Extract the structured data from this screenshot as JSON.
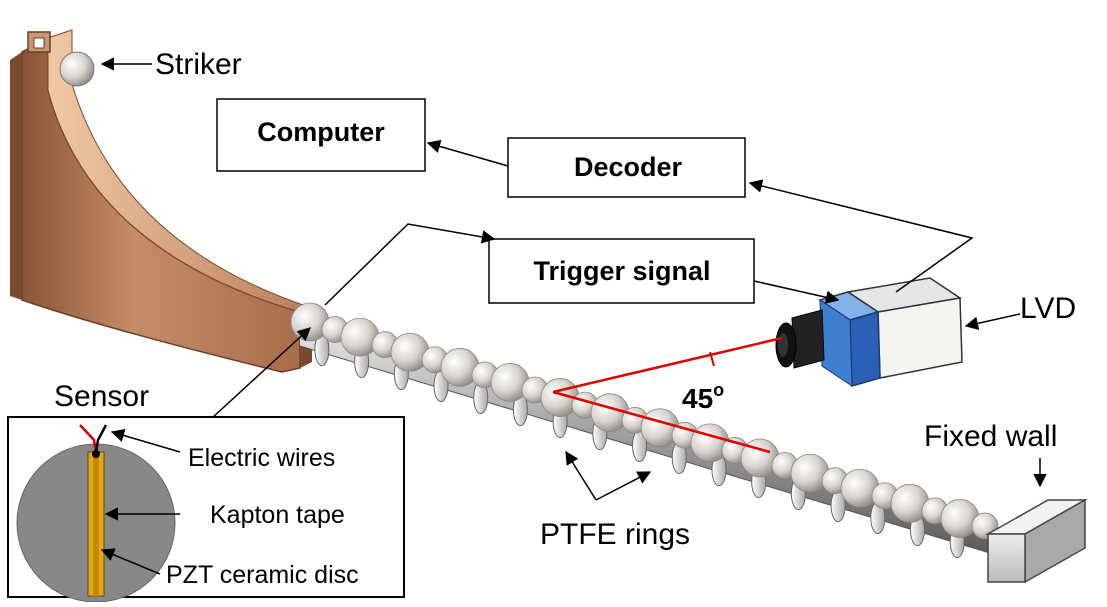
{
  "labels": {
    "striker": "Striker",
    "lvd": "LVD",
    "sensor": "Sensor",
    "fixed_wall": "Fixed wall",
    "ptfe_rings": "PTFE rings",
    "angle": "45",
    "angle_unit": "o"
  },
  "boxes": {
    "computer": "Computer",
    "decoder": "Decoder",
    "trigger_signal": "Trigger signal"
  },
  "inset": {
    "electric_wires": "Electric wires",
    "kapton_tape": "Kapton tape",
    "pzt_disc": "PZT ceramic disc"
  },
  "colors": {
    "ramp": "#b87e5c",
    "laser": "#e00000",
    "camera_blue": "#2b5fb8",
    "disc": "#888888",
    "tape": "#e0a81e",
    "wire_red": "#d40000"
  }
}
